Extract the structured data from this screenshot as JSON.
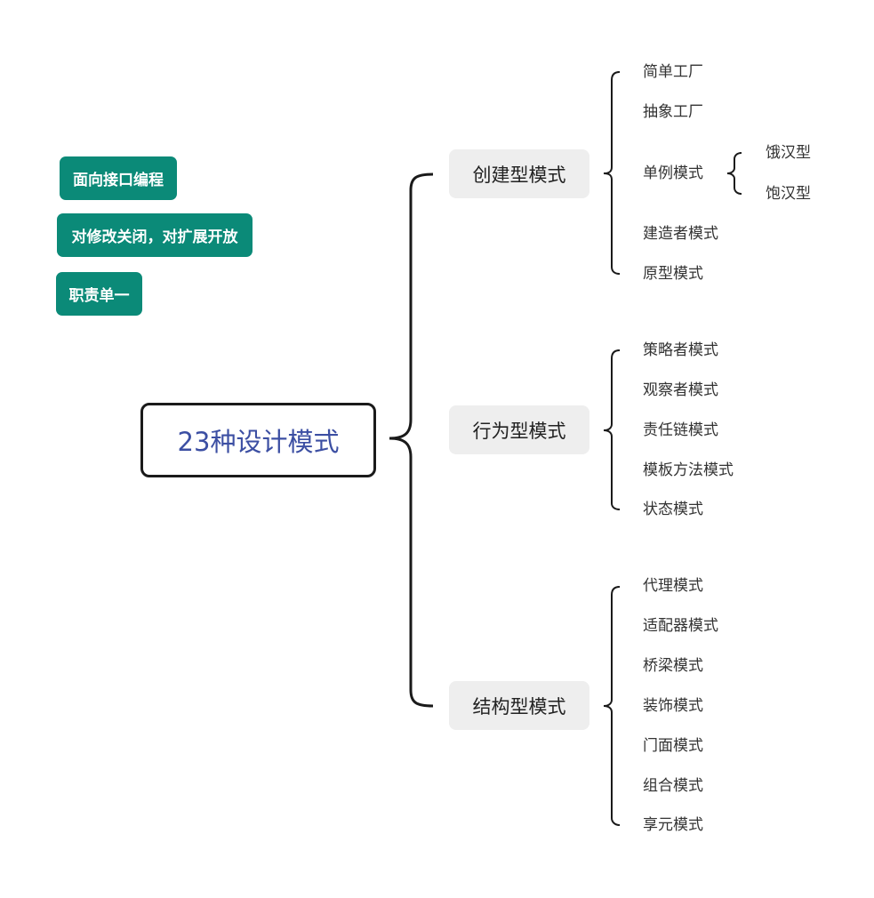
{
  "principles": [
    "面向接口编程",
    "对修改关闭，对扩展开放",
    "职责单一"
  ],
  "root": "23种设计模式",
  "categories": [
    {
      "label": "创建型模式",
      "children": [
        {
          "label": "简单工厂"
        },
        {
          "label": "抽象工厂"
        },
        {
          "label": "单例模式",
          "children": [
            "饿汉型",
            "饱汉型"
          ]
        },
        {
          "label": "建造者模式"
        },
        {
          "label": "原型模式"
        }
      ]
    },
    {
      "label": "行为型模式",
      "children": [
        {
          "label": "策略者模式"
        },
        {
          "label": "观察者模式"
        },
        {
          "label": "责任链模式"
        },
        {
          "label": "模板方法模式"
        },
        {
          "label": "状态模式"
        }
      ]
    },
    {
      "label": "结构型模式",
      "children": [
        {
          "label": "代理模式"
        },
        {
          "label": "适配器模式"
        },
        {
          "label": "桥梁模式"
        },
        {
          "label": "装饰模式"
        },
        {
          "label": "门面模式"
        },
        {
          "label": "组合模式"
        },
        {
          "label": "享元模式"
        }
      ]
    }
  ],
  "colors": {
    "principle_bg": "#0b8a78",
    "root_text": "#3c4fa3",
    "category_bg": "#eeeeee",
    "connector": "#1a1a1a"
  }
}
